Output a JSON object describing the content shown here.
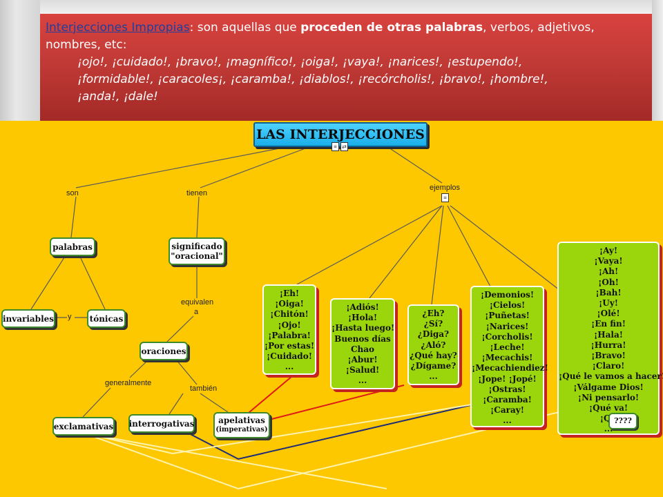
{
  "header": {
    "link_text": "Interjecciones Impropias",
    "after_link": ": son aquellas que ",
    "bold_phrase": "proceden de otras palabras",
    "intro_rest": ", verbos, adjetivos, nombres, etc:",
    "examples_1": "¡ojo!, ¡cuidado!, ¡bravo!, ¡magnífico!, ¡oiga!, ¡vaya!, ¡narices!, ¡estupendo!,",
    "examples_2": "¡formidable!, ¡caracoles¡, ¡caramba!, ¡diablos!, ¡recórcholis!, ¡bravo!, ¡hombre!,",
    "examples_3": "¡anda!, ¡dale!"
  },
  "map": {
    "title": "LAS INTERJECCIONES",
    "links": {
      "son": "son",
      "tienen": "tienen",
      "ejemplos": "ejemplos",
      "y": "y",
      "equivalen": "equivalen",
      "a": "a",
      "generalmente": "generalmente",
      "tambien": "también"
    },
    "nodes": {
      "palabras": "palabras",
      "significado_1": "significado",
      "significado_2": "\"oracional\"",
      "invariables": "invariables",
      "tonicas": "tónicas",
      "oraciones": "oraciones",
      "exclamativas": "exclamativas",
      "interrogativas": "interrogativas",
      "apelativas": "apelativas",
      "imperativas": "(imperativas)",
      "question_marks": "????"
    },
    "examples": [
      [
        "¡Eh!",
        "¡Oiga!",
        "¡Chitón!",
        "¡Ojo!",
        "¡Palabra!",
        "¡Por estas!",
        "¡Cuidado!",
        "..."
      ],
      [
        "¡Adiós!",
        "¡Hola!",
        "¡Hasta luego!",
        "Buenos días",
        "Chao",
        "¡Abur!",
        "¡Salud!",
        "..."
      ],
      [
        "¿Eh?",
        "¿Sí?",
        "¿Diga?",
        "¿Aló?",
        "¿Qué hay?",
        "¿Dígame?",
        "..."
      ],
      [
        "¡Demonios!",
        "¡Cielos!",
        "¡Puñetas!",
        "¡Narices!",
        "¡Corcholis!",
        "¡Leche!",
        "¡Mecachis!",
        "¡Mecachiendiez!",
        "¡Jope! ¡Jopé!",
        "¡Ostras!",
        "¡Caramba!",
        "¡Caray!",
        "..."
      ],
      [
        "¡Ay!",
        "¡Vaya!",
        "¡Ah!",
        "¡Oh!",
        "¡Bah!",
        "¡Uy!",
        "¡Olé!",
        "¡En fin!",
        "¡Hala!",
        "¡Hurra!",
        "¡Bravo!",
        "¡Claro!",
        "¡Qué le vamos a hacer!",
        "¡Válgame Dios!",
        "¡Ni pensarlo!",
        "¡Qué va!",
        "¡Qu",
        "..."
      ]
    ],
    "colors": {
      "background": "#fdc800",
      "example_box": "#9bd60d",
      "shadow": "#c5231d",
      "title_box": "#19aee8",
      "red_band": "#c13a36"
    }
  }
}
